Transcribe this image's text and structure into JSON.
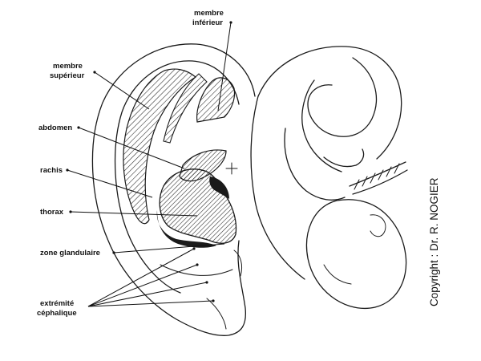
{
  "labels": {
    "membre_inferieur": [
      "membre",
      "inférieur"
    ],
    "membre_superieur": [
      "membre",
      "supérieur"
    ],
    "abdomen": "abdomen",
    "rachis": "rachis",
    "thorax": "thorax",
    "zone_glandulaire": "zone glandulaire",
    "extremite_cephalique": [
      "extrémité",
      "céphalique"
    ]
  },
  "copyright": "Copyright : Dr. R. NOGIER"
}
